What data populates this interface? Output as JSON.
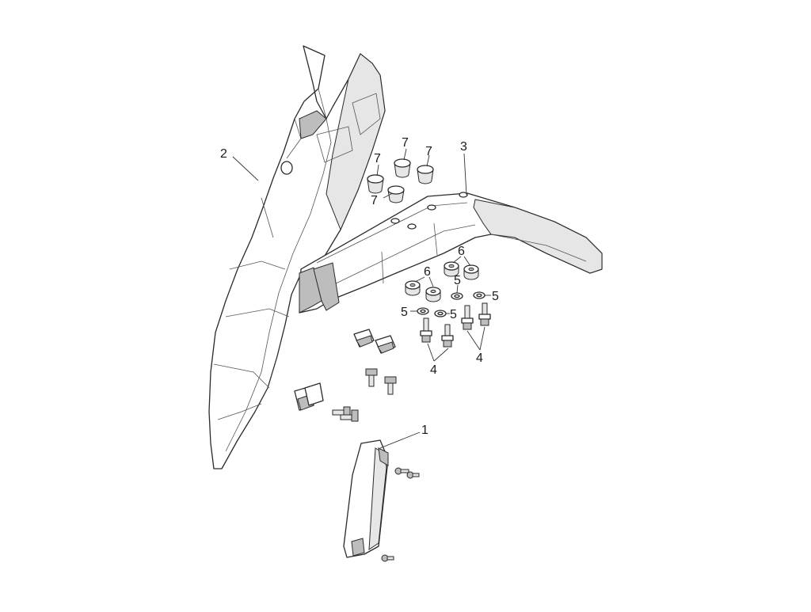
{
  "callouts": {
    "label_1": "1",
    "label_2": "2",
    "label_3": "3",
    "label_4a": "4",
    "label_4b": "4",
    "label_5a": "5",
    "label_5b": "5",
    "label_5c": "5",
    "label_5d": "5",
    "label_6a": "6",
    "label_6b": "6",
    "label_7a": "7",
    "label_7b": "7",
    "label_7c": "7",
    "label_7d": "7"
  },
  "colors": {
    "line": "#2a2a2a",
    "fill": "#ffffff",
    "shade": "#e6e6e6"
  }
}
